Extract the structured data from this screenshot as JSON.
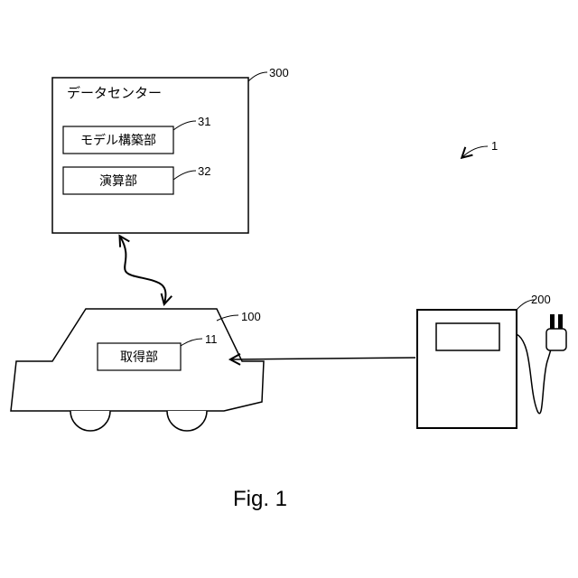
{
  "figure_label": "Fig. 1",
  "system": {
    "ref": "1"
  },
  "data_center": {
    "ref": "300",
    "title": "データセンター",
    "units": [
      {
        "ref": "31",
        "label": "モデル構築部"
      },
      {
        "ref": "32",
        "label": "演算部"
      }
    ]
  },
  "vehicle": {
    "ref": "100",
    "unit": {
      "ref": "11",
      "label": "取得部"
    }
  },
  "charger": {
    "ref": "200"
  }
}
